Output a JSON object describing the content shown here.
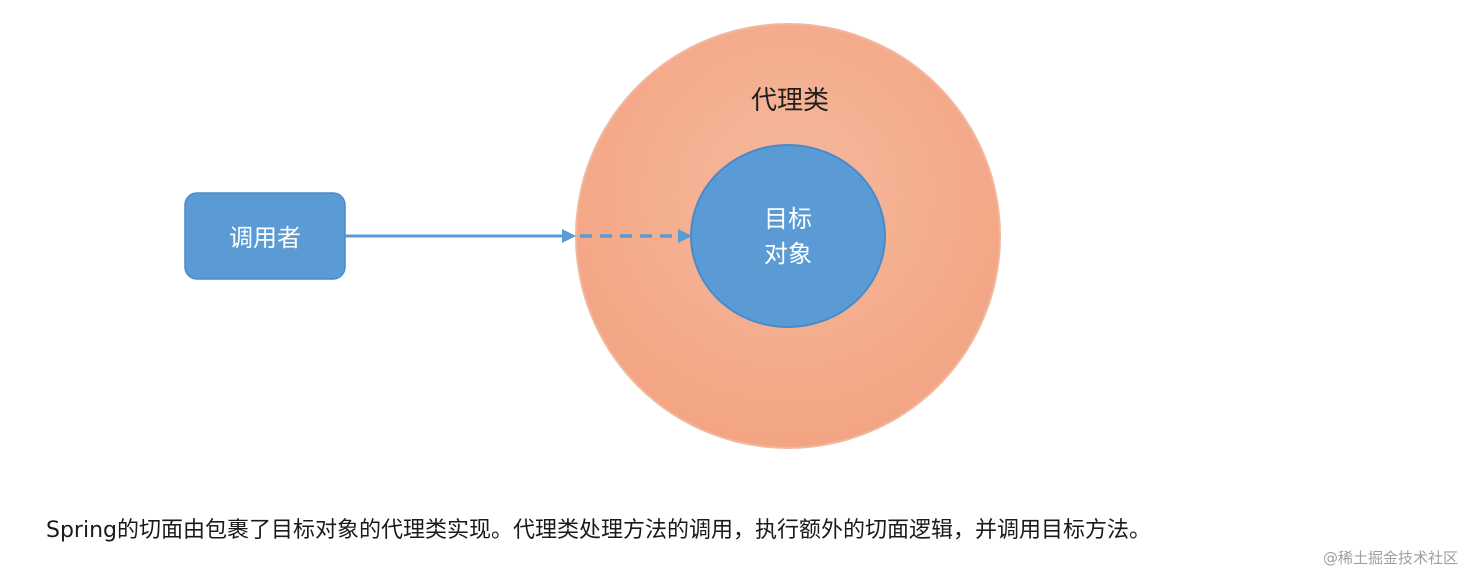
{
  "diagram": {
    "proxy_label": "代理类",
    "target_label_line1": "目标",
    "target_label_line2": "对象",
    "caller_label": "调用者"
  },
  "caption": "Spring的切面由包裹了目标对象的代理类实现。代理类处理方法的调用，执行额外的切面逻辑，并调用目标方法。",
  "watermark": "@稀土掘金技术社区",
  "colors": {
    "proxy_fill": "#f4a989",
    "proxy_stroke": "#f0b49a",
    "target_fill": "#5b9bd5",
    "caller_fill": "#5b9bd5",
    "arrow": "#5b9bd5",
    "label_light": "#ffffff",
    "label_dark": "#1f1f1f"
  }
}
